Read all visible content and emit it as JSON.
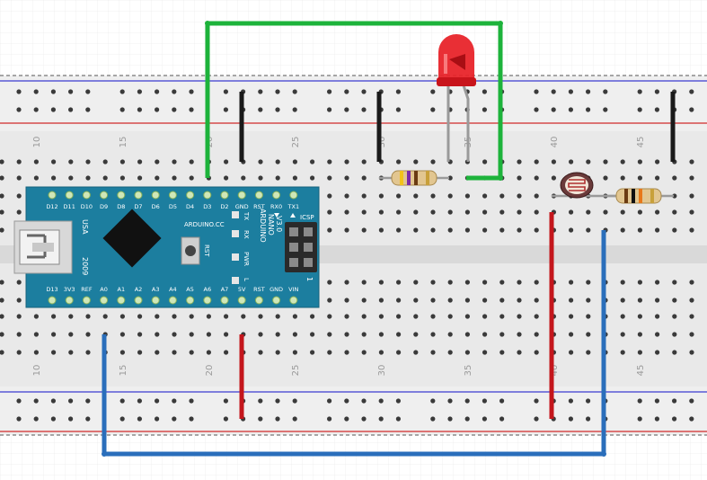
{
  "breadboard": {
    "column_numbers": [
      "10",
      "15",
      "20",
      "25",
      "30",
      "35",
      "40",
      "45"
    ]
  },
  "arduino": {
    "top_pins": [
      "D12",
      "D11",
      "D10",
      "D9",
      "D8",
      "D7",
      "D6",
      "D5",
      "D4",
      "D3",
      "D2",
      "GND",
      "RST",
      "RX0",
      "TX1"
    ],
    "bottom_pins": [
      "D13",
      "3V3",
      "REF",
      "A0",
      "A1",
      "A2",
      "A3",
      "A4",
      "A5",
      "A6",
      "A7",
      "5V",
      "RST",
      "GND",
      "VIN"
    ],
    "brand": "ARDUINO.CC",
    "model_line1": "ARDUINO",
    "model_line2": "NANO",
    "model_line3": "V3.0",
    "usa": "USA",
    "year": "2009",
    "led_tx": "TX",
    "led_rx": "RX",
    "led_pwr": "PWR",
    "led_l": "L",
    "rst": "RST",
    "icsp": "ICSP",
    "icsp_pin": "1"
  },
  "colors": {
    "board_blue": "#1c7e9f",
    "wire_green": "#1db33b",
    "wire_black": "#1a1a1a",
    "wire_red": "#c4161c",
    "wire_blue": "#2a6ebb",
    "led_red": "#e8242a",
    "rail_red": "#d02a2a",
    "rail_blue": "#3a3ad0"
  },
  "components": {
    "led": "red-led",
    "resistors": [
      "led-resistor",
      "ldr-resistor"
    ],
    "sensor": "photocell-ldr"
  }
}
